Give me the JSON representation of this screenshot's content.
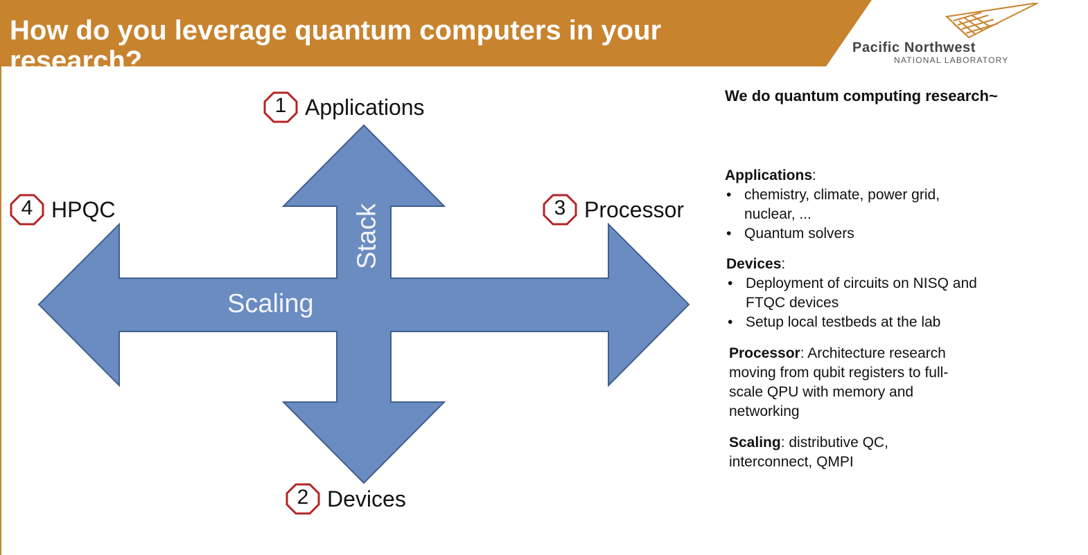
{
  "slide": {
    "title": "How do you leverage quantum computers in your research?",
    "accent_color": "#c8832e"
  },
  "logo": {
    "name": "Pacific Northwest",
    "subtitle": "NATIONAL LABORATORY",
    "icon": "pnnl-logo-icon"
  },
  "diagram": {
    "center_arrow_color": "#6a8cc0",
    "badge_color": "#b42424",
    "axes": {
      "horizontal": "Scaling",
      "vertical": "Stack"
    },
    "stops": [
      {
        "number": "1",
        "label": "Applications"
      },
      {
        "number": "2",
        "label": "Devices"
      },
      {
        "number": "3",
        "label": "Processor"
      },
      {
        "number": "4",
        "label": "HPQC"
      }
    ]
  },
  "notes": {
    "heading": "We do quantum computing research~",
    "sections": [
      {
        "title": "Applications",
        "bullets": [
          "chemistry, climate, power grid, nuclear, ...",
          "Quantum solvers"
        ]
      },
      {
        "title": "Devices",
        "bullets": [
          "Deployment of circuits on NISQ and FTQC devices",
          "Setup local testbeds at the lab"
        ]
      },
      {
        "title": "Processor",
        "text": "Architecture research moving from qubit registers to full-scale QPU with memory and networking"
      },
      {
        "title": "Scaling",
        "text": "distributive QC, interconnect, QMPI"
      }
    ]
  }
}
